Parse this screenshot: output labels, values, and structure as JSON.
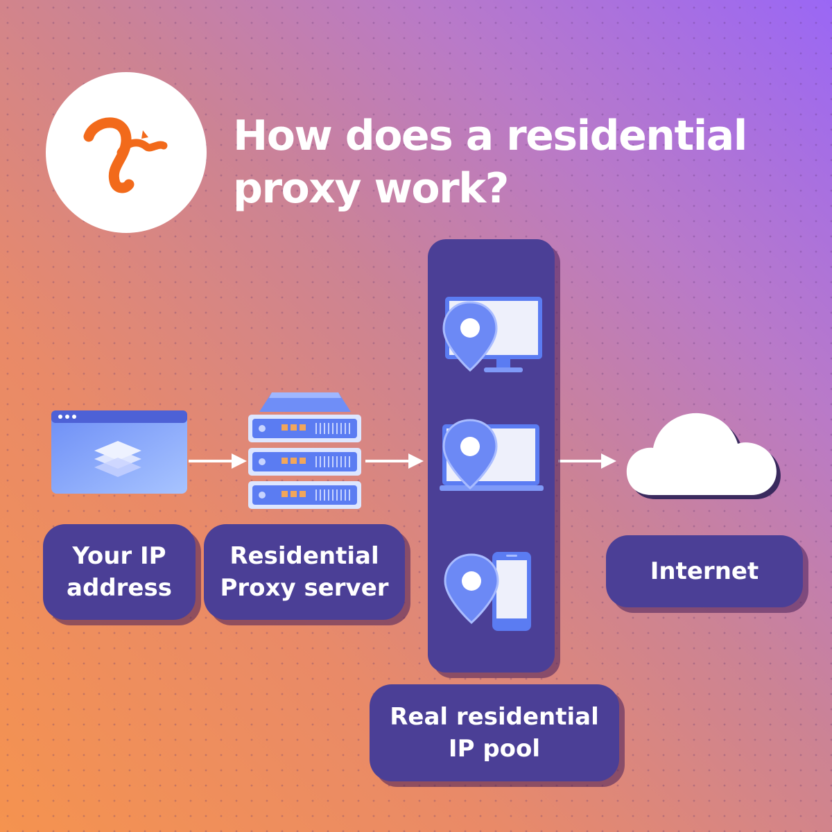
{
  "title": {
    "line1": "How does a residential",
    "line2": "proxy work?"
  },
  "logo": {
    "icon": "squirrel-logo-icon",
    "color": "#f26a1b"
  },
  "nodes": {
    "your_ip": {
      "line1": "Your IP",
      "line2": "address",
      "icon": "browser-window-icon"
    },
    "proxy_server": {
      "line1": "Residential",
      "line2": "Proxy server",
      "icon": "server-rack-icon"
    },
    "ip_pool": {
      "line1": "Real residential",
      "line2": "IP pool",
      "devices": [
        "desktop-location-icon",
        "laptop-location-icon",
        "phone-location-icon"
      ]
    },
    "internet": {
      "label": "Internet",
      "icon": "cloud-icon"
    }
  },
  "flow": [
    "your_ip",
    "proxy_server",
    "ip_pool",
    "internet"
  ],
  "colors": {
    "panel": "#4b3f96",
    "accent_blue": "#5b7cf2",
    "light_blue": "#a8c4ff",
    "text": "#ffffff"
  }
}
